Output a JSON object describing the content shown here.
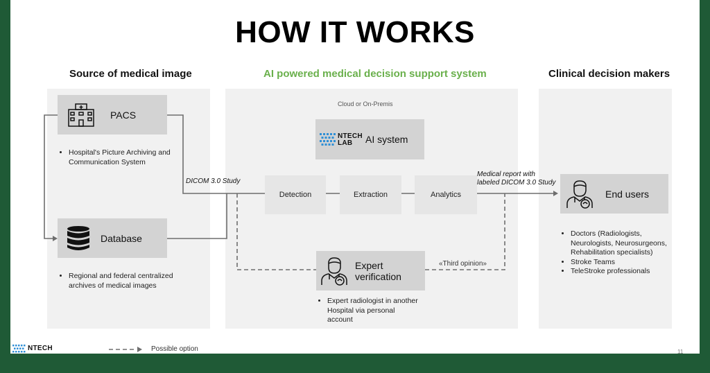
{
  "title": "HOW IT WORKS",
  "columns": {
    "source": "Source of medical image",
    "ai": "AI powered medical decision support system",
    "clinical": "Clinical decision makers"
  },
  "deployment": "Cloud or On-Premis",
  "pacs": {
    "label": "PACS",
    "desc": [
      "Hospital's Picture Archiving and Communication System"
    ]
  },
  "database": {
    "label": "Database",
    "desc": [
      "Regional and federal centralized archives of medical images"
    ]
  },
  "ai_system": {
    "logo_line1": "NTECH",
    "logo_line2": "LAB",
    "label": "AI system"
  },
  "steps": [
    "Detection",
    "Extraction",
    "Analytics"
  ],
  "flow_labels": {
    "input": "DICOM 3.0 Study",
    "output_line1": "Medical report with",
    "output_line2": "labeled DICOM 3.0 Study",
    "third_opinion": "«Third opinion»"
  },
  "expert": {
    "label_line1": "Expert",
    "label_line2": "verification",
    "desc": "Expert radiologist in another Hospital via personal account"
  },
  "end_users": {
    "label": "End users",
    "items": [
      "Doctors (Radiologists, Neurologists, Neurosurgeons, Rehabilitation specialists)",
      "Stroke Teams",
      "TeleStroke professionals"
    ]
  },
  "legend": {
    "label": "Possible option"
  },
  "footer": {
    "logo": "NTECH",
    "page_number": "11"
  },
  "colors": {
    "accent_green": "#6ab04c",
    "frame_green": "#1f5a36",
    "box_gray": "#d3d3d3",
    "panel_gray": "#f1f1f1",
    "line_gray": "#6e6e6e"
  }
}
